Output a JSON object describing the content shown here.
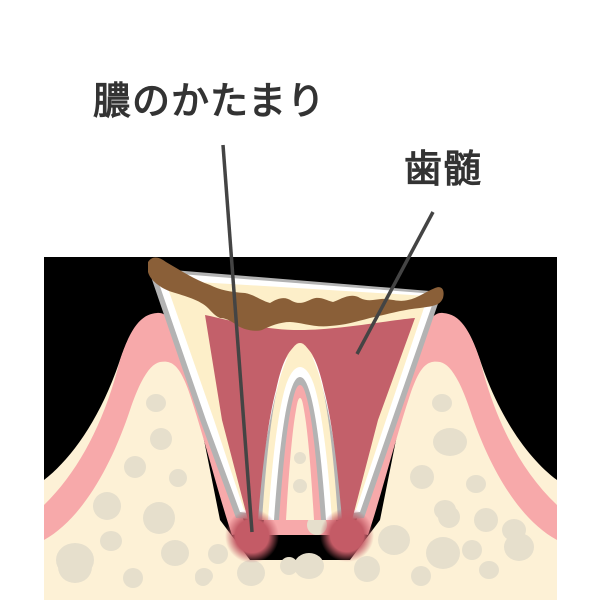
{
  "diagram": {
    "subject": "tooth cross-section with periapical abscess",
    "labels": [
      {
        "id": "abscess",
        "text": "膿のかたまり",
        "points_to": "abscess at left root tip"
      },
      {
        "id": "pulp",
        "text": "歯髄",
        "points_to": "pulp chamber"
      }
    ]
  },
  "colors": {
    "background": "#000000",
    "gum": "#f7a9aa",
    "bone": "#fdf1d6",
    "bone_spots": "#e6dfcc",
    "enamel_outline": "#b3b3b3",
    "enamel": "#ffffff",
    "dentin": "#fdefc9",
    "pulp": "#c3606a",
    "decay": "#8a5f38",
    "abscess": "#c85a66",
    "leader_line": "#444444",
    "label_text": "#333333"
  }
}
